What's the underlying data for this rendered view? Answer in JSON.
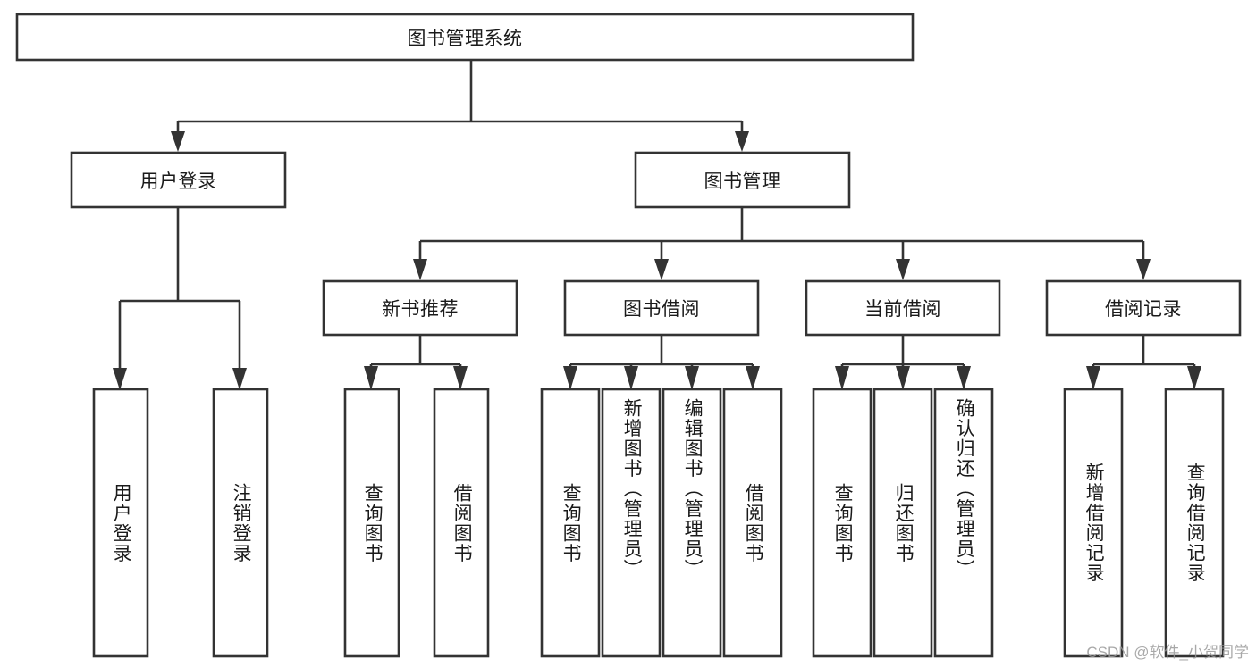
{
  "diagram": {
    "type": "tree-hierarchy",
    "title": "图书管理系统",
    "orientation": "top-down",
    "watermark": "CSDN @软件_小贺同学",
    "colors": {
      "stroke": "#333333",
      "box_fill": "#ffffff",
      "text": "#1a1a1a",
      "background": "#ffffff",
      "watermark": "#9a9a9a"
    },
    "root": {
      "label": "图书管理系统",
      "orientation": "horizontal"
    },
    "level1": [
      {
        "label": "用户登录",
        "orientation": "horizontal"
      },
      {
        "label": "图书管理",
        "orientation": "horizontal"
      }
    ],
    "level2": [
      {
        "label": "新书推荐",
        "orientation": "horizontal"
      },
      {
        "label": "图书借阅",
        "orientation": "horizontal"
      },
      {
        "label": "当前借阅",
        "orientation": "horizontal"
      },
      {
        "label": "借阅记录",
        "orientation": "horizontal"
      }
    ],
    "leaves": {
      "user_login": [
        {
          "label": "用户登录",
          "orientation": "vertical"
        },
        {
          "label": "注销登录",
          "orientation": "vertical"
        }
      ],
      "new_book_recommend": [
        {
          "label": "查询图书",
          "orientation": "vertical"
        },
        {
          "label": "借阅图书",
          "orientation": "vertical"
        }
      ],
      "book_borrow": [
        {
          "label": "查询图书",
          "orientation": "vertical"
        },
        {
          "label": "新增图书（管理员）",
          "orientation": "vertical"
        },
        {
          "label": "编辑图书（管理员）",
          "orientation": "vertical"
        },
        {
          "label": "借阅图书",
          "orientation": "vertical"
        }
      ],
      "current_borrow": [
        {
          "label": "查询图书",
          "orientation": "vertical"
        },
        {
          "label": "归还图书",
          "orientation": "vertical"
        },
        {
          "label": "确认归还（管理员）",
          "orientation": "vertical"
        }
      ],
      "borrow_record": [
        {
          "label": "新增借阅记录",
          "orientation": "vertical"
        },
        {
          "label": "查询借阅记录",
          "orientation": "vertical"
        }
      ]
    }
  }
}
